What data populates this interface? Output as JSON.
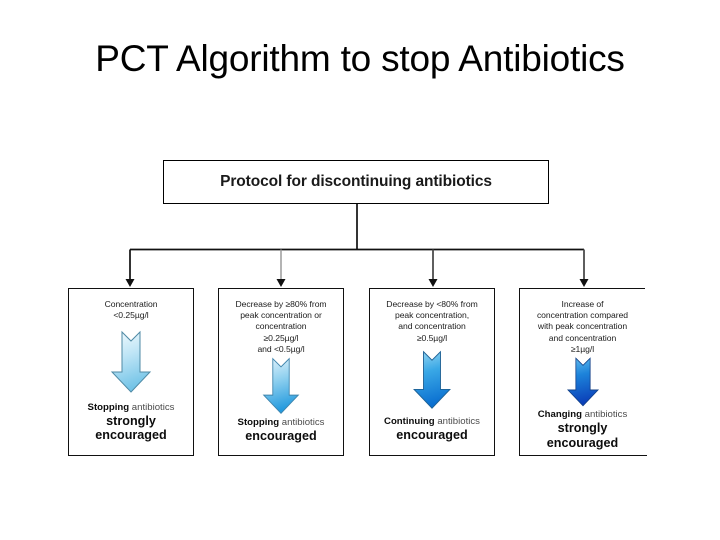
{
  "slide": {
    "title": "PCT Algorithm to stop Antibiotics",
    "background": "#ffffff"
  },
  "diagram": {
    "type": "flowchart",
    "root": {
      "label": "Protocol for discontinuing antibiotics"
    },
    "branches": [
      {
        "id": "branch-1",
        "condition": "Concentration\n<0.25µg/l",
        "condition_lines": [
          "Concentration",
          "<0.25µg/l"
        ],
        "arrow": {
          "icon": "down-arrow-icon",
          "color_top": "#eef8fd",
          "color_bottom": "#79c8e8",
          "outline": "#4a7f99"
        },
        "outcome": {
          "strong_word": "Stopping",
          "light_word": "antibiotics",
          "line2": "strongly",
          "line3": "encouraged"
        }
      },
      {
        "id": "branch-2",
        "condition": "Decrease by ≥80% from peak concentration or concentration ≥0.25µg/l and <0.5µg/l",
        "condition_lines": [
          "Decrease by ≥80% from",
          "peak concentration or",
          "concentration",
          "≥0.25µg/l",
          "and <0.5µg/l"
        ],
        "arrow": {
          "icon": "down-arrow-icon",
          "color_top": "#d8eefb",
          "color_bottom": "#2196dd",
          "outline": "#3b7fa8"
        },
        "outcome": {
          "strong_word": "Stopping",
          "light_word": "antibiotics",
          "line2": "encouraged",
          "line3": ""
        }
      },
      {
        "id": "branch-3",
        "condition": "Decrease by <80% from peak concentration, and concentration ≥0.5µg/l",
        "condition_lines": [
          "Decrease by <80% from",
          "peak concentration,",
          "and concentration",
          "≥0.5µg/l"
        ],
        "arrow": {
          "icon": "down-arrow-icon",
          "color_top": "#63c0ea",
          "color_bottom": "#0a6fd0",
          "outline": "#1a5f96"
        },
        "outcome": {
          "strong_word": "Continuing",
          "light_word": "antibiotics",
          "line2": "encouraged",
          "line3": ""
        }
      },
      {
        "id": "branch-4",
        "condition": "Increase of concentration compared with peak concentration and concentration ≥1µg/l",
        "condition_lines": [
          "Increase of",
          "concentration compared",
          "with peak concentration",
          "and concentration",
          "≥1µg/l"
        ],
        "arrow": {
          "icon": "down-arrow-icon",
          "color_top": "#3ea9e6",
          "color_bottom": "#0b4fc0",
          "outline": "#113f86"
        },
        "outcome": {
          "strong_word": "Changing",
          "light_word": "antibiotics",
          "line2": "strongly",
          "line3": "encouraged"
        }
      }
    ],
    "connector_color": "#111111"
  }
}
